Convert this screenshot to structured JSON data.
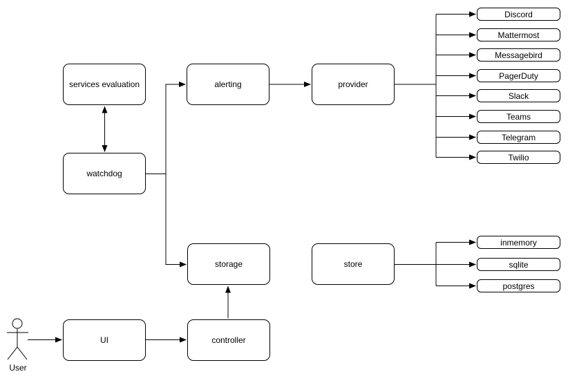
{
  "nodes": {
    "services_evaluation": "services evaluation",
    "watchdog": "watchdog",
    "alerting": "alerting",
    "provider": "provider",
    "storage": "storage",
    "store": "store",
    "ui": "UI",
    "controller": "controller"
  },
  "actor": {
    "label": "User"
  },
  "provider_targets": [
    "Discord",
    "Mattermost",
    "Messagebird",
    "PagerDuty",
    "Slack",
    "Teams",
    "Telegram",
    "Twilio"
  ],
  "store_targets": [
    "inmemory",
    "sqlite",
    "postgres"
  ],
  "colors": {
    "stroke": "#000000",
    "node_fill": "#ffffff",
    "background": "#ffffff",
    "text": "#000000"
  }
}
